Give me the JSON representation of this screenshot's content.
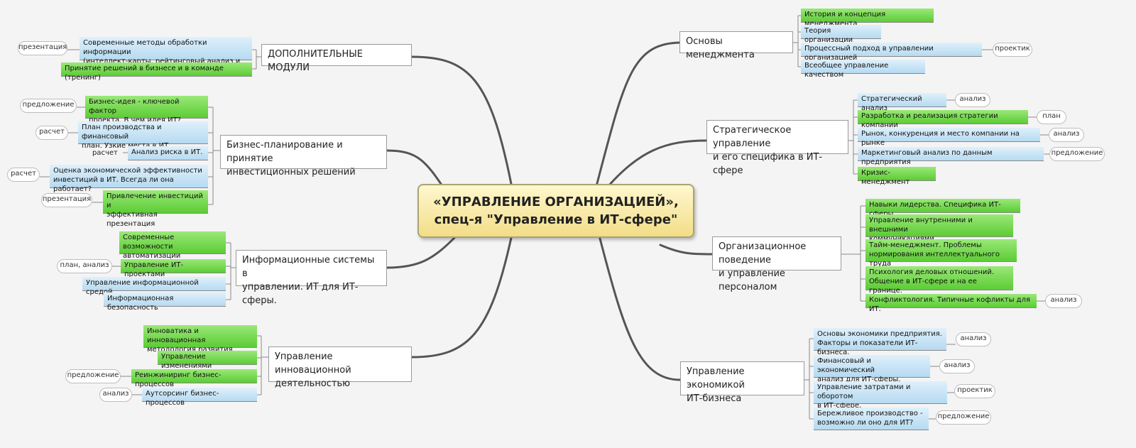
{
  "central": {
    "line1": "«УПРАВЛЕНИЕ ОРГАНИЗАЦИЕЙ»,",
    "line2": "спец-я \"Управление в ИТ-сфере\""
  },
  "branches": {
    "osnovy": "Основы менеджмента",
    "strat": [
      "Стратегическое управление",
      "и его специфика в ИТ-сфере"
    ],
    "org": [
      "Организационное поведение",
      "и управление персоналом"
    ],
    "econ": [
      "Управление экономикой",
      "ИТ-бизнеса"
    ],
    "dop": "ДОПОЛНИТЕЛЬНЫЕ МОДУЛИ",
    "biz": [
      "Бизнес-планирование и принятие",
      "инвестиционных решений"
    ],
    "inf": [
      "Информационные системы в",
      "управлении. ИТ для ИТ-сферы."
    ],
    "innov": [
      "Управление инновационной",
      "деятельностью"
    ]
  },
  "leaves": {
    "osnovy": [
      [
        "История и концепция менеджмента"
      ],
      [
        "Теория организации"
      ],
      [
        "Процессный подход в управлении организацией"
      ],
      [
        "Всеобщее управление качеством"
      ]
    ],
    "strat": [
      [
        "Стратегический анализ"
      ],
      [
        "Разработка и реализация стратегии компании"
      ],
      [
        "Рынок, конкуренция и место компании на рынке"
      ],
      [
        "Маркетинговый анализ по данным предприятия"
      ],
      [
        "Кризис-менеджмент"
      ]
    ],
    "org": [
      [
        "Навыки лидерства. Специфика ИТ-сферы"
      ],
      [
        "Управление внутренними и внешними",
        "коммуникациями"
      ],
      [
        "Тайм-менеджмент. Проблемы",
        "нормирования интеллектуального труда"
      ],
      [
        "Психология деловых отношений.",
        "Общение в ИТ-сфере и на ее границе."
      ],
      [
        "Конфликтология. Типичные кофликты для ИТ."
      ]
    ],
    "econ": [
      [
        "Основы экономики предприятия.",
        "Факторы и показатели ИТ-бизнеса."
      ],
      [
        "Финансовый и экономический",
        "анализ для ИТ-сферы."
      ],
      [
        "Управление затратами и оборотом",
        "в ИТ-сфере."
      ],
      [
        "Бережливое производство -",
        "возможно ли оно для ИТ?"
      ]
    ],
    "dop": [
      [
        "Современные методы обработки информации",
        "(интеллект-карты, рейтинговый анализ и др.)"
      ],
      [
        "Принятие решений в бизнесе и в команде (тренинг)"
      ]
    ],
    "biz": [
      [
        "Бизнес-идея - ключевой фактор",
        "проекта. В чем идея ИТ?"
      ],
      [
        "План производства и финансовый",
        "план. Узкие места в ИТ."
      ],
      [
        "Анализ риска в ИТ."
      ],
      [
        "Оценка экономической эффективности",
        "инвестиций в ИТ. Всегда ли она работает?"
      ],
      [
        "Привлечение инвестиций и",
        "эффективная презентация"
      ]
    ],
    "inf": [
      [
        "Современные возможности",
        "автоматизации управления"
      ],
      [
        "Управление ИТ-проектами"
      ],
      [
        "Управление информационной средой"
      ],
      [
        "Информационная безопасность"
      ]
    ],
    "innov": [
      [
        "Инноватика и инновационная",
        "методология развития"
      ],
      [
        "Управление изменениями"
      ],
      [
        "Реинжиниринг бизнес-процессов"
      ],
      [
        "Аутсорсинг бизнес-процессов"
      ]
    ]
  },
  "tags": {
    "proektik_1": "проектик",
    "analiz_1": "анализ",
    "plan_1": "план",
    "analiz_2": "анализ",
    "predlozhenie_1": "предложение",
    "analiz_3": "анализ",
    "analiz_4": "анализ",
    "analiz_5": "анализ",
    "proektik_2": "проектик",
    "predlozhenie_2": "предложение",
    "prezentaciya_1": "презентация",
    "predlozhenie_3": "предложение",
    "raschet_1": "расчет",
    "raschet_2": "расчет",
    "raschet_3": "расчет",
    "prezentaciya_2": "презентация",
    "plan_analiz": "план, анализ",
    "predlozhenie_4": "предложение",
    "analiz_6": "анализ"
  },
  "colors": {
    "connector": "#8a8a8a",
    "trunk": "#555555",
    "leaf_blue": "#cce7f7",
    "leaf_green": "#7ed957",
    "central_fill": "#f6e7a8"
  }
}
